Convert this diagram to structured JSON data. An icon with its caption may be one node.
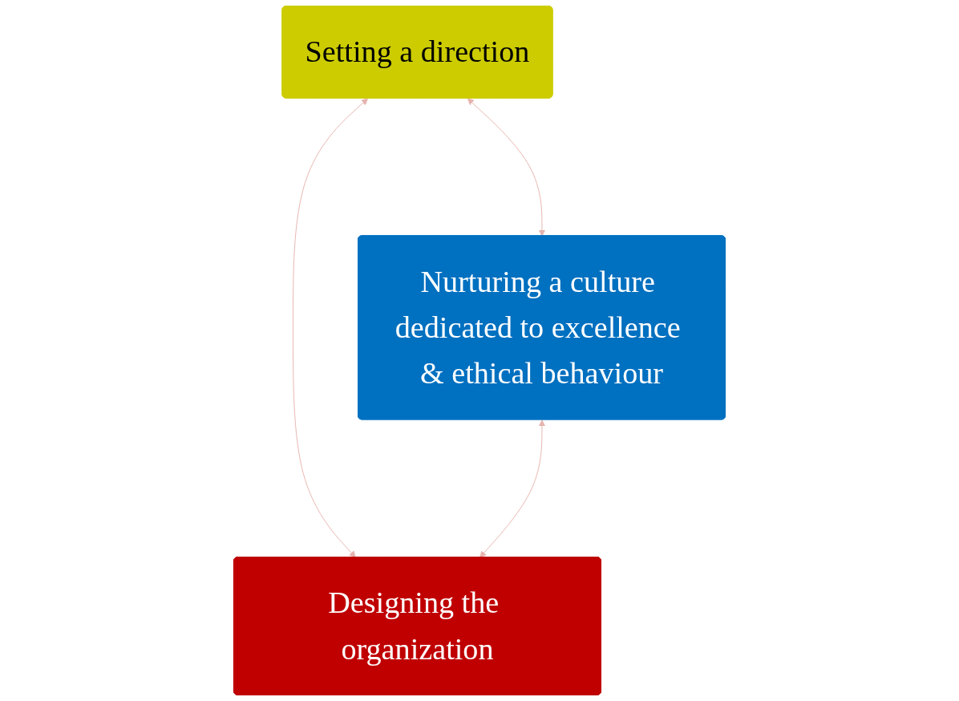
{
  "diagram": {
    "nodes": [
      {
        "text": [
          "Setting a direction"
        ]
      },
      {
        "text": [
          "Nurturing a culture dedicated to excellence & ethical behaviour"
        ]
      },
      {
        "text": [
          "Designing the organization"
        ]
      }
    ],
    "edges": [
      {
        "from": 0,
        "to": 1,
        "arrow": "both"
      },
      {
        "from": 0,
        "to": 2,
        "arrow": "both"
      },
      {
        "from": 1,
        "to": 2,
        "arrow": "both"
      }
    ]
  }
}
